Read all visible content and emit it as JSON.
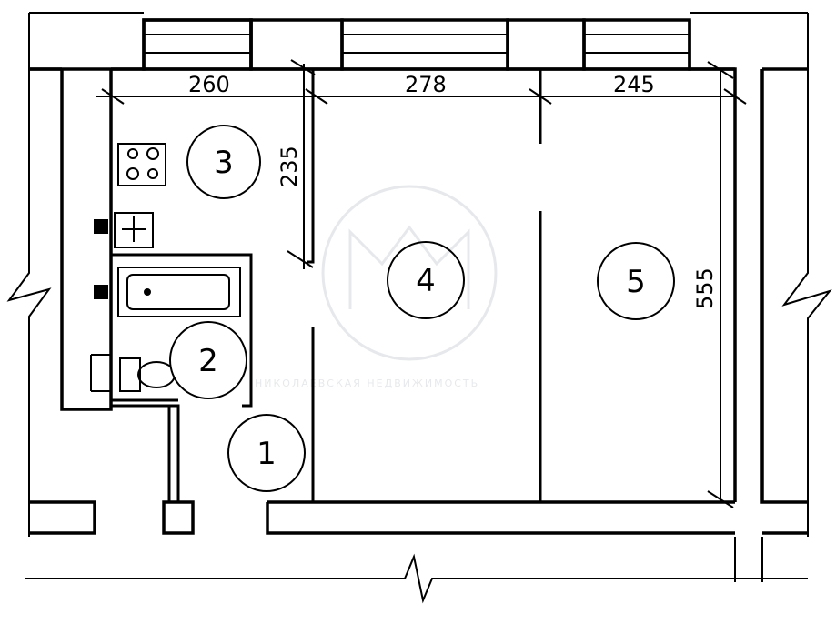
{
  "dimensions": {
    "kitchen_width": "260",
    "room4_width": "278",
    "room5_width": "245",
    "kitchen_depth": "235",
    "room5_depth": "555"
  },
  "rooms": {
    "hall": "1",
    "bathroom": "2",
    "kitchen": "3",
    "room4": "4",
    "room5": "5"
  },
  "watermark": {
    "text": "НИКОЛАЕВСКАЯ НЕДВИЖИМОСТЬ"
  },
  "colors": {
    "line": "#000000",
    "background": "#ffffff",
    "watermark": "#cfd3d8"
  }
}
